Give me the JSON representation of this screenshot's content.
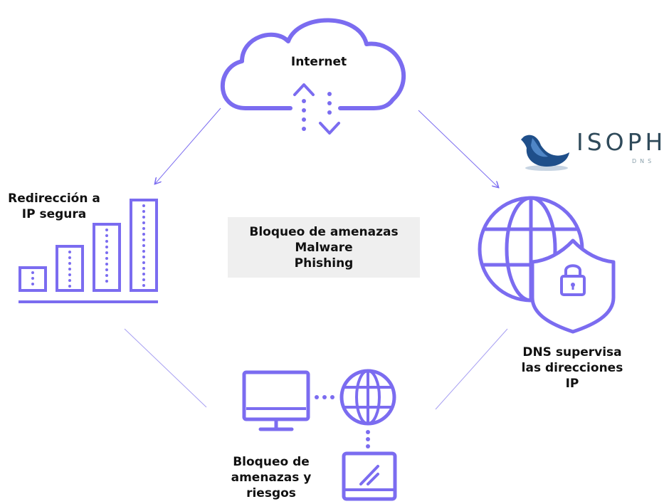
{
  "internet": {
    "label": "Internet"
  },
  "redirect": {
    "line1": "Redirección a",
    "line2": "IP segura"
  },
  "center": {
    "line1": "Bloqueo de amenazas",
    "line2": "Malware",
    "line3": "Phishing"
  },
  "dns": {
    "line1": "DNS supervisa",
    "line2": "las direcciones",
    "line3": "IP"
  },
  "block": {
    "line1": "Bloqueo de",
    "line2": "amenazas y",
    "line3": "riesgos"
  },
  "logo": {
    "name": "ISOPH",
    "sub": "DNS"
  },
  "colors": {
    "accent": "#7b6cf0",
    "line": "#a79ff2",
    "box": "#efefef",
    "logo_text": "#2f4a5a",
    "logo_bird": "#1f4f8a"
  },
  "icons": [
    "cloud-icon",
    "bar-chart-icon",
    "globe-shield-icon",
    "monitor-icon",
    "globe-icon",
    "tablet-icon",
    "bird-logo-icon"
  ]
}
